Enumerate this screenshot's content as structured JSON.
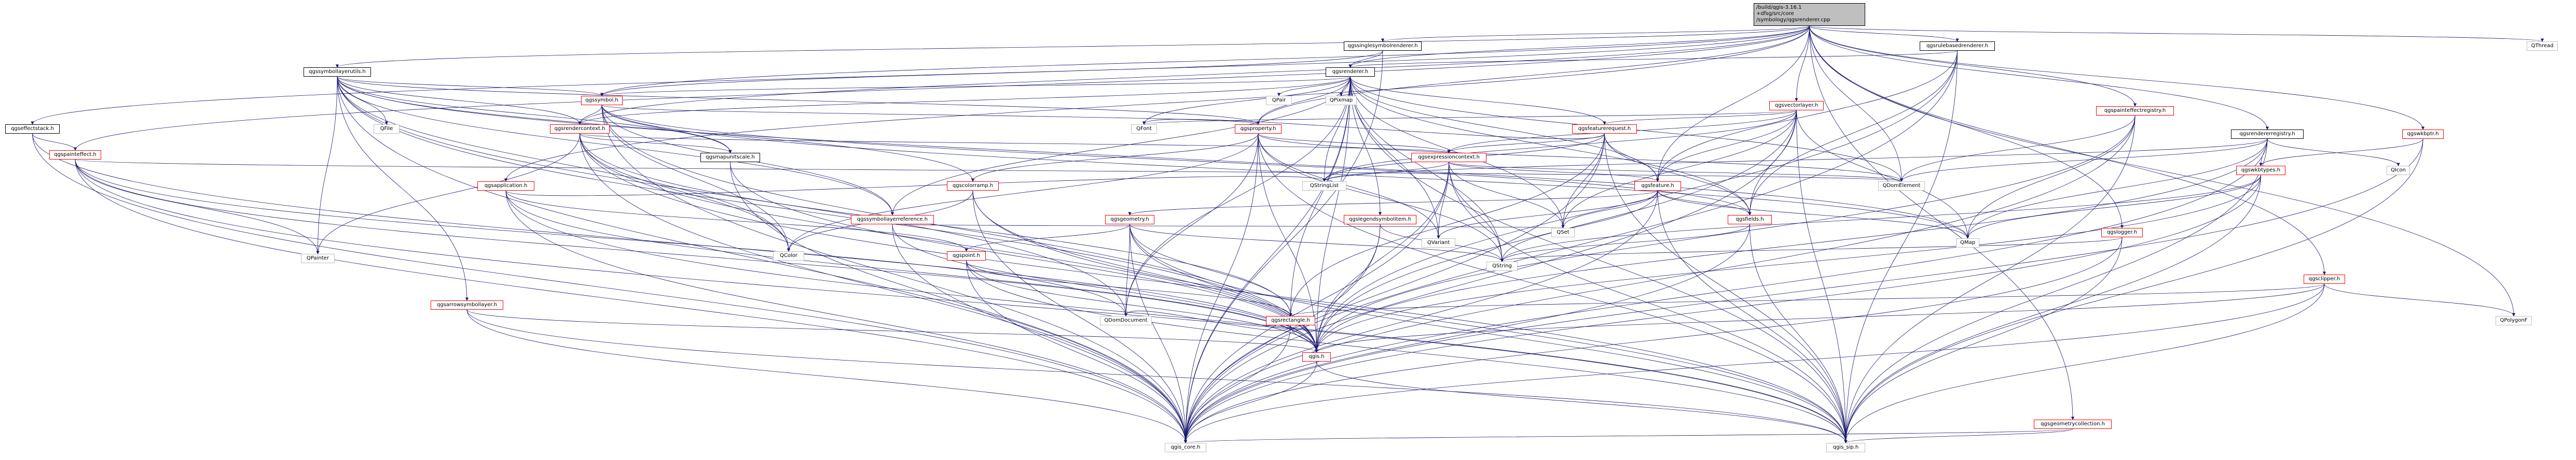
{
  "nodes": [
    {
      "id": "root",
      "lines": [
        "/build/qgis-3.16.1",
        "+dfsg/src/core",
        "/symbology/qgsrenderer.cpp"
      ],
      "style": "root"
    },
    {
      "id": "qgssinglesymbolrenderer",
      "lines": [
        "qgssinglesymbolrenderer.h"
      ],
      "style": "plain-black"
    },
    {
      "id": "qgsrulebasedrenderer",
      "lines": [
        "qgsrulebasedrenderer.h"
      ],
      "style": "plain-black"
    },
    {
      "id": "qgsrenderer",
      "lines": [
        "qgsrenderer.h"
      ],
      "style": "plain-black"
    },
    {
      "id": "qgssymbollayerutils",
      "lines": [
        "qgssymbollayerutils.h"
      ],
      "style": "plain-black"
    },
    {
      "id": "qgseffectstack",
      "lines": [
        "qgseffectstack.h"
      ],
      "style": "plain-black"
    },
    {
      "id": "qgspainteffect",
      "lines": [
        "qgspainteffect.h"
      ],
      "style": "red"
    },
    {
      "id": "qgssymbol",
      "lines": [
        "qgssymbol.h"
      ],
      "style": "red"
    },
    {
      "id": "qgsrendercontext",
      "lines": [
        "qgsrendercontext.h"
      ],
      "style": "red"
    },
    {
      "id": "qgsproperty",
      "lines": [
        "qgsproperty.h"
      ],
      "style": "red"
    },
    {
      "id": "qgsvectorlayer",
      "lines": [
        "qgsvectorlayer.h"
      ],
      "style": "red"
    },
    {
      "id": "qgsfeaturerequest",
      "lines": [
        "qgsfeaturerequest.h"
      ],
      "style": "red"
    },
    {
      "id": "qgsexpressioncontext",
      "lines": [
        "qgsexpressioncontext.h"
      ],
      "style": "red"
    },
    {
      "id": "qgsfeature",
      "lines": [
        "qgsfeature.h"
      ],
      "style": "red"
    },
    {
      "id": "qgsfields",
      "lines": [
        "qgsfields.h"
      ],
      "style": "red"
    },
    {
      "id": "qgsgeometry",
      "lines": [
        "qgsgeometry.h"
      ],
      "style": "red"
    },
    {
      "id": "qgspoint",
      "lines": [
        "qgspoint.h"
      ],
      "style": "red"
    },
    {
      "id": "qgsrectangle",
      "lines": [
        "qgsrectangle.h"
      ],
      "style": "red"
    },
    {
      "id": "qgis",
      "lines": [
        "qgis.h"
      ],
      "style": "red"
    },
    {
      "id": "qgis_core",
      "lines": [
        "qgis_core.h"
      ],
      "style": "plain"
    },
    {
      "id": "qgis_sip",
      "lines": [
        "qgis_sip.h"
      ],
      "style": "plain"
    },
    {
      "id": "qgsapplication",
      "lines": [
        "qgsapplication.h"
      ],
      "style": "red"
    },
    {
      "id": "qgsmapunitscale",
      "lines": [
        "qgsmapunitscale.h"
      ],
      "style": "plain-black"
    },
    {
      "id": "qgscolorramp",
      "lines": [
        "qgscolorramp.h"
      ],
      "style": "red"
    },
    {
      "id": "qgssymbollayerreference",
      "lines": [
        "qgssymbollayerreference.h"
      ],
      "style": "red"
    },
    {
      "id": "qgslegendsymbolitem",
      "lines": [
        "qgslegendsymbolitem.h"
      ],
      "style": "red"
    },
    {
      "id": "qgsarrowsymbollayer",
      "lines": [
        "qgsarrowsymbollayer.h"
      ],
      "style": "red"
    },
    {
      "id": "qgspainteffectregistry",
      "lines": [
        "qgspainteffectregistry.h"
      ],
      "style": "red"
    },
    {
      "id": "qgsrendererregistry",
      "lines": [
        "qgsrendererregistry.h"
      ],
      "style": "plain-black"
    },
    {
      "id": "qgswkbtypes",
      "lines": [
        "qgswkbtypes.h"
      ],
      "style": "red"
    },
    {
      "id": "qgswkbptr",
      "lines": [
        "qgswkbptr.h"
      ],
      "style": "red"
    },
    {
      "id": "qgslogger",
      "lines": [
        "qgslogger.h"
      ],
      "style": "red"
    },
    {
      "id": "qgsclipper",
      "lines": [
        "qgsclipper.h"
      ],
      "style": "red"
    },
    {
      "id": "qgsgeometrycollection",
      "lines": [
        "qgsgeometrycollection.h"
      ],
      "style": "red"
    },
    {
      "id": "QThread",
      "lines": [
        "QThread"
      ],
      "style": "plain"
    },
    {
      "id": "QFile",
      "lines": [
        "QFile"
      ],
      "style": "plain"
    },
    {
      "id": "QPainter",
      "lines": [
        "QPainter"
      ],
      "style": "plain"
    },
    {
      "id": "QColor",
      "lines": [
        "QColor"
      ],
      "style": "plain"
    },
    {
      "id": "QPair",
      "lines": [
        "QPair"
      ],
      "style": "plain"
    },
    {
      "id": "QPixmap",
      "lines": [
        "QPixmap"
      ],
      "style": "plain"
    },
    {
      "id": "QFont",
      "lines": [
        "QFont"
      ],
      "style": "plain"
    },
    {
      "id": "QDomElement",
      "lines": [
        "QDomElement"
      ],
      "style": "plain"
    },
    {
      "id": "QDomDocument",
      "lines": [
        "QDomDocument"
      ],
      "style": "plain"
    },
    {
      "id": "QStringList",
      "lines": [
        "QStringList"
      ],
      "style": "plain"
    },
    {
      "id": "QVariant",
      "lines": [
        "QVariant"
      ],
      "style": "plain"
    },
    {
      "id": "QSet",
      "lines": [
        "QSet"
      ],
      "style": "plain"
    },
    {
      "id": "QMap",
      "lines": [
        "QMap"
      ],
      "style": "plain"
    },
    {
      "id": "QString",
      "lines": [
        "QString"
      ],
      "style": "plain"
    },
    {
      "id": "QIcon",
      "lines": [
        "QIcon"
      ],
      "style": "plain"
    },
    {
      "id": "QPolygonF",
      "lines": [
        "QPolygonF"
      ],
      "style": "plain"
    }
  ],
  "edges": [
    [
      "root",
      "qgssinglesymbolrenderer"
    ],
    [
      "root",
      "qgsrulebasedrenderer"
    ],
    [
      "root",
      "qgsrenderer"
    ],
    [
      "root",
      "qgssymbollayerutils"
    ],
    [
      "root",
      "qgseffectstack"
    ],
    [
      "root",
      "qgspainteffect"
    ],
    [
      "root",
      "qgsvectorlayer"
    ],
    [
      "root",
      "qgspainteffectregistry"
    ],
    [
      "root",
      "qgsrendererregistry"
    ],
    [
      "root",
      "qgswkbptr"
    ],
    [
      "root",
      "qgslogger"
    ],
    [
      "root",
      "qgsclipper"
    ],
    [
      "root",
      "qgsgeometrycollection"
    ],
    [
      "root",
      "QThread"
    ],
    [
      "root",
      "QPolygonF"
    ],
    [
      "root",
      "qgsproperty"
    ],
    [
      "root",
      "qgsapplication"
    ],
    [
      "root",
      "QDomElement"
    ],
    [
      "root",
      "qgsrendercontext"
    ],
    [
      "root",
      "qgssymbol"
    ],
    [
      "root",
      "qgsfeature"
    ],
    [
      "qgssinglesymbolrenderer",
      "qgsrenderer"
    ],
    [
      "qgssinglesymbolrenderer",
      "qgis_core"
    ],
    [
      "qgssinglesymbolrenderer",
      "qgssymbol"
    ],
    [
      "qgsrulebasedrenderer",
      "qgsrenderer"
    ],
    [
      "qgsrulebasedrenderer",
      "qgis_core"
    ],
    [
      "qgsrulebasedrenderer",
      "qgis_sip"
    ],
    [
      "qgsrulebasedrenderer",
      "qgsfields"
    ],
    [
      "qgsrulebasedrenderer",
      "qgsfeature"
    ],
    [
      "qgsrulebasedrenderer",
      "qgis"
    ],
    [
      "qgsrenderer",
      "qgssymbol"
    ],
    [
      "qgsrenderer",
      "qgsrendercontext"
    ],
    [
      "qgsrenderer",
      "qgsproperty"
    ],
    [
      "qgsrenderer",
      "qgsfeature"
    ],
    [
      "qgsrenderer",
      "qgsfields"
    ],
    [
      "qgsrenderer",
      "qgsfeaturerequest"
    ],
    [
      "qgsrenderer",
      "qgssymbollayerreference"
    ],
    [
      "qgsrenderer",
      "qgslegendsymbolitem"
    ],
    [
      "qgsrenderer",
      "QPair"
    ],
    [
      "qgsrenderer",
      "QPixmap"
    ],
    [
      "qgsrenderer",
      "QFont"
    ],
    [
      "qgsrenderer",
      "QDomElement"
    ],
    [
      "qgsrenderer",
      "QDomDocument"
    ],
    [
      "qgsrenderer",
      "QStringList"
    ],
    [
      "qgsrenderer",
      "QVariant"
    ],
    [
      "qgsrenderer",
      "QSet"
    ],
    [
      "qgsrenderer",
      "QString"
    ],
    [
      "qgsrenderer",
      "qgis_core"
    ],
    [
      "qgsrenderer",
      "qgis_sip"
    ],
    [
      "qgsrenderer",
      "qgis"
    ],
    [
      "qgsrenderer",
      "qgsrectangle"
    ],
    [
      "qgssymbollayerutils",
      "qgssymbol"
    ],
    [
      "qgssymbollayerutils",
      "qgsrendercontext"
    ],
    [
      "qgssymbollayerutils",
      "qgsmapunitscale"
    ],
    [
      "qgssymbollayerutils",
      "qgscolorramp"
    ],
    [
      "qgssymbollayerutils",
      "qgsarrowsymbollayer"
    ],
    [
      "qgssymbollayerutils",
      "QFile"
    ],
    [
      "qgssymbollayerutils",
      "QPainter"
    ],
    [
      "qgssymbollayerutils",
      "QColor"
    ],
    [
      "qgssymbollayerutils",
      "QMap"
    ],
    [
      "qgssymbollayerutils",
      "qgis_core"
    ],
    [
      "qgssymbollayerutils",
      "qgis"
    ],
    [
      "qgssymbollayerutils",
      "QDomDocument"
    ],
    [
      "qgssymbollayerutils",
      "qgsproperty"
    ],
    [
      "qgssymbollayerutils",
      "qgssymbollayerreference"
    ],
    [
      "qgseffectstack",
      "qgspainteffect"
    ],
    [
      "qgseffectstack",
      "qgis_core"
    ],
    [
      "qgseffectstack",
      "qgis"
    ],
    [
      "qgspainteffect",
      "QPainter"
    ],
    [
      "qgspainteffect",
      "QDomDocument"
    ],
    [
      "qgspainteffect",
      "qgis_core"
    ],
    [
      "qgspainteffect",
      "qgis_sip"
    ],
    [
      "qgspainteffect",
      "qgis"
    ],
    [
      "qgspainteffect",
      "QDomElement"
    ],
    [
      "qgssymbol",
      "qgsrendercontext"
    ],
    [
      "qgssymbol",
      "qgsproperty"
    ],
    [
      "qgssymbol",
      "qgsmapunitscale"
    ],
    [
      "qgssymbol",
      "qgsfields"
    ],
    [
      "qgssymbol",
      "qgis_core"
    ],
    [
      "qgssymbol",
      "qgis"
    ],
    [
      "qgssymbol",
      "QColor"
    ],
    [
      "qgssymbol",
      "qgssymbollayerreference"
    ],
    [
      "qgssymbol",
      "QMap"
    ],
    [
      "qgsrendercontext",
      "QColor"
    ],
    [
      "qgsrendercontext",
      "QPainter"
    ],
    [
      "qgsrendercontext",
      "qgis_core"
    ],
    [
      "qgsrendercontext",
      "qgis_sip"
    ],
    [
      "qgsrendercontext",
      "qgsexpressioncontext"
    ],
    [
      "qgsrendercontext",
      "qgsrectangle"
    ],
    [
      "qgsrendercontext",
      "qgsmapunitscale"
    ],
    [
      "qgsrendercontext",
      "qgis"
    ],
    [
      "qgsproperty",
      "qgsexpressioncontext"
    ],
    [
      "qgsproperty",
      "qgscolorramp"
    ],
    [
      "qgsproperty",
      "QVariant"
    ],
    [
      "qgsproperty",
      "QColor"
    ],
    [
      "qgsproperty",
      "QDomElement"
    ],
    [
      "qgsproperty",
      "QDomDocument"
    ],
    [
      "qgsproperty",
      "QString"
    ],
    [
      "qgsproperty",
      "qgis_core"
    ],
    [
      "qgsproperty",
      "qgis_sip"
    ],
    [
      "qgsproperty",
      "qgis"
    ],
    [
      "qgsvectorlayer",
      "qgsfeature"
    ],
    [
      "qgsvectorlayer",
      "qgsfields"
    ],
    [
      "qgsvectorlayer",
      "qgsfeaturerequest"
    ],
    [
      "qgsvectorlayer",
      "qgsexpressioncontext"
    ],
    [
      "qgsvectorlayer",
      "QMap"
    ],
    [
      "qgsvectorlayer",
      "QSet"
    ],
    [
      "qgsvectorlayer",
      "QList"
    ],
    [
      "qgsvectorlayer",
      "QStringList"
    ],
    [
      "qgsvectorlayer",
      "QFont"
    ],
    [
      "qgsvectorlayer",
      "qgis_core"
    ],
    [
      "qgsvectorlayer",
      "qgis_sip"
    ],
    [
      "qgsvectorlayer",
      "qgis"
    ],
    [
      "qgsfeaturerequest",
      "qgsfeature"
    ],
    [
      "qgsfeaturerequest",
      "qgsrectangle"
    ],
    [
      "qgsfeaturerequest",
      "qgsexpressioncontext"
    ],
    [
      "qgsfeaturerequest",
      "QStringList"
    ],
    [
      "qgsfeaturerequest",
      "QSet"
    ],
    [
      "qgsfeaturerequest",
      "QFont"
    ],
    [
      "qgsfeaturerequest",
      "qgis_core"
    ],
    [
      "qgsfeaturerequest",
      "qgis_sip"
    ],
    [
      "qgsfeaturerequest",
      "qgsfields"
    ],
    [
      "qgsexpressioncontext",
      "qgsfeature"
    ],
    [
      "qgsexpressioncontext",
      "QVariant"
    ],
    [
      "qgsexpressioncontext",
      "QStringList"
    ],
    [
      "qgsexpressioncontext",
      "QSet"
    ],
    [
      "qgsexpressioncontext",
      "QString"
    ],
    [
      "qgsexpressioncontext",
      "qgis_core"
    ],
    [
      "qgsexpressioncontext",
      "qgis_sip"
    ],
    [
      "qgsexpressioncontext",
      "QDomElement"
    ],
    [
      "qgsexpressioncontext",
      "qgis"
    ],
    [
      "qgsfeature",
      "qgsgeometry"
    ],
    [
      "qgsfeature",
      "qgsfields"
    ],
    [
      "qgsfeature",
      "QVariant"
    ],
    [
      "qgsfeature",
      "QMap"
    ],
    [
      "qgsfeature",
      "QString"
    ],
    [
      "qgsfeature",
      "QSet"
    ],
    [
      "qgsfeature",
      "qgis_core"
    ],
    [
      "qgsfeature",
      "qgis_sip"
    ],
    [
      "qgsfields",
      "QString"
    ],
    [
      "qgsfields",
      "qgis_core"
    ],
    [
      "qgsfields",
      "qgis_sip"
    ],
    [
      "qgsgeometry",
      "qgspoint"
    ],
    [
      "qgsgeometry",
      "qgsrectangle"
    ],
    [
      "qgsgeometry",
      "QDomDocument"
    ],
    [
      "qgsgeometry",
      "QString"
    ],
    [
      "qgsgeometry",
      "qgis_core"
    ],
    [
      "qgsgeometry",
      "qgis_sip"
    ],
    [
      "qgsgeometry",
      "qgis"
    ],
    [
      "qgspoint",
      "qgsrectangle"
    ],
    [
      "qgspoint",
      "qgis_core"
    ],
    [
      "qgspoint",
      "qgis_sip"
    ],
    [
      "qgspoint",
      "qgis"
    ],
    [
      "qgsrectangle",
      "qgis"
    ],
    [
      "qgsrectangle",
      "qgis_core"
    ],
    [
      "qgsrectangle",
      "QDomDocument"
    ],
    [
      "qgis",
      "qgis_core"
    ],
    [
      "qgis",
      "qgis_sip"
    ],
    [
      "qgsapplication",
      "qgis_core"
    ],
    [
      "qgsapplication",
      "QStringList"
    ],
    [
      "qgsapplication",
      "qgis_sip"
    ],
    [
      "qgsapplication",
      "qgis"
    ],
    [
      "qgsapplication",
      "qgspoint"
    ],
    [
      "qgsmapunitscale",
      "qgis_core"
    ],
    [
      "qgsmapunitscale",
      "qgis"
    ],
    [
      "qgscolorramp",
      "QColor"
    ],
    [
      "qgscolorramp",
      "qgis_core"
    ],
    [
      "qgscolorramp",
      "qgis_sip"
    ],
    [
      "qgscolorramp",
      "qgis"
    ],
    [
      "qgssymbollayerreference",
      "QSet"
    ],
    [
      "qgssymbollayerreference",
      "qgis_core"
    ],
    [
      "qgssymbollayerreference",
      "qgis"
    ],
    [
      "qgslegendsymbolitem",
      "QString"
    ],
    [
      "qgslegendsymbolitem",
      "qgis_core"
    ],
    [
      "qgslegendsymbolitem",
      "qgis"
    ],
    [
      "qgsarrowsymbollayer",
      "qgis_core"
    ],
    [
      "qgsarrowsymbollayer",
      "qgis"
    ],
    [
      "qgsarrowsymbollayer",
      "qgis_sip"
    ],
    [
      "qgspainteffectregistry",
      "qgis_core"
    ],
    [
      "qgspainteffectregistry",
      "qgis_sip"
    ],
    [
      "qgspainteffectregistry",
      "qgis"
    ],
    [
      "qgspainteffectregistry",
      "QDomElement"
    ],
    [
      "qgspainteffectregistry",
      "QMap"
    ],
    [
      "qgsrendererregistry",
      "QIcon"
    ],
    [
      "qgsrendererregistry",
      "QMap"
    ],
    [
      "qgsrendererregistry",
      "QStringList"
    ],
    [
      "qgsrendererregistry",
      "QDomElement"
    ],
    [
      "qgsrendererregistry",
      "qgswkbtypes"
    ],
    [
      "qgsrendererregistry",
      "qgis_core"
    ],
    [
      "qgsrendererregistry",
      "qgis_sip"
    ],
    [
      "qgsrendererregistry",
      "qgis"
    ],
    [
      "qgswkbtypes",
      "QMap"
    ],
    [
      "qgswkbtypes",
      "QString"
    ],
    [
      "qgswkbtypes",
      "qgis_core"
    ],
    [
      "qgswkbtypes",
      "qgis_sip"
    ],
    [
      "qgswkbtypes",
      "qgis"
    ],
    [
      "qgswkbptr",
      "qgswkbtypes"
    ],
    [
      "qgswkbptr",
      "qgis_core"
    ],
    [
      "qgswkbptr",
      "qgis_sip"
    ],
    [
      "qgslogger",
      "QString"
    ],
    [
      "qgslogger",
      "qgis_core"
    ],
    [
      "qgslogger",
      "qgis_sip"
    ],
    [
      "qgsclipper",
      "QPolygonF"
    ],
    [
      "qgsclipper",
      "qgis_core"
    ],
    [
      "qgsclipper",
      "qgis_sip"
    ],
    [
      "qgsclipper",
      "qgis"
    ],
    [
      "qgsclipper",
      "qgsrectangle"
    ],
    [
      "qgsgeometrycollection",
      "qgis_core"
    ],
    [
      "qgsgeometrycollection",
      "qgis_sip"
    ]
  ]
}
